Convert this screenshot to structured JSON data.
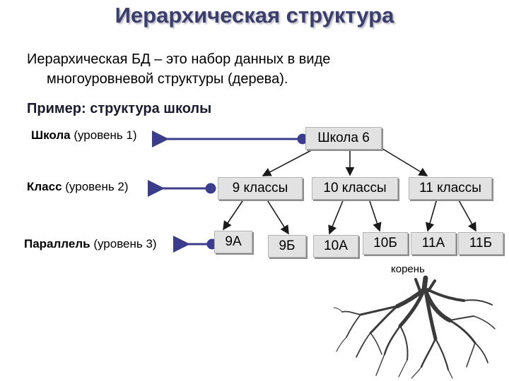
{
  "title": "Иерархическая структура",
  "definition": {
    "term": "Иерархическая БД",
    "line1_rest": " – это набор данных в виде",
    "line2": "многоуровневой структуры (дерева)."
  },
  "example_heading": "Пример: структура школы",
  "levels": [
    {
      "name": "Школа",
      "suffix": " (уровень 1)"
    },
    {
      "name": "Класс",
      "suffix": " (уровень 2)"
    },
    {
      "name": "Параллель",
      "suffix": " (уровень 3)"
    }
  ],
  "tree": {
    "root": "Школа 6",
    "classes": [
      "9 классы",
      "10 классы",
      "11 классы"
    ],
    "parallels": [
      "9А",
      "9Б",
      "10А",
      "10Б",
      "11А",
      "11Б"
    ]
  },
  "root_image_label": "корень",
  "colors": {
    "title": "#3b3d6b",
    "arrow": "#3c3c8c",
    "node_fill": "#e2e2e2"
  }
}
